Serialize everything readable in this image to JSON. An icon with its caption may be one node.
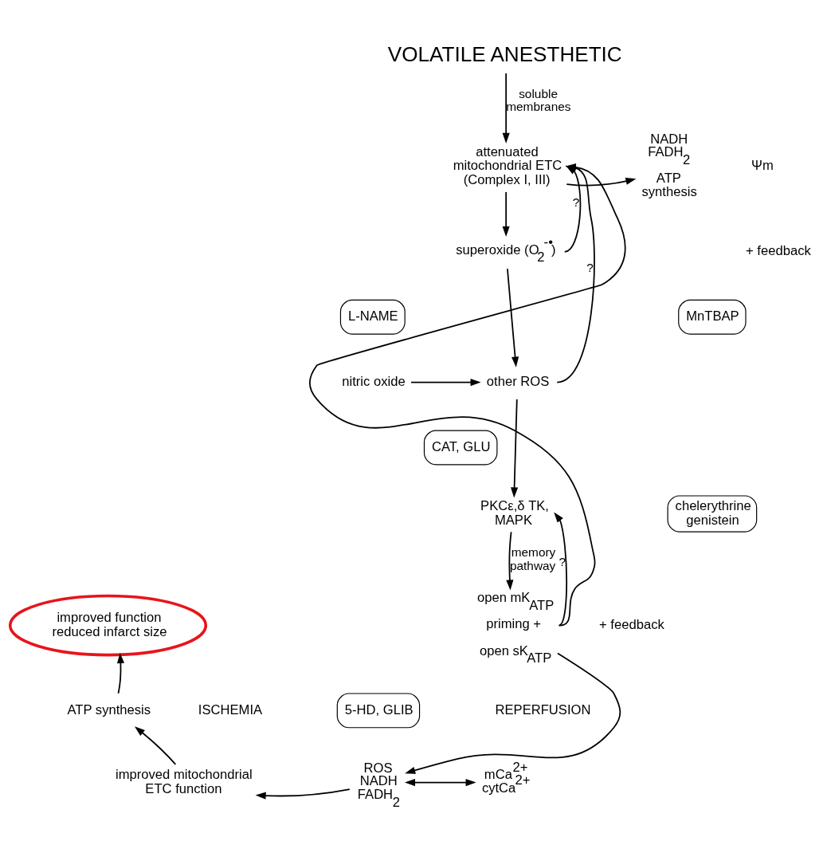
{
  "diagram": {
    "nodes": [
      {
        "text": [
          "VOLATILE ANESTHETIC"
        ]
      },
      {
        "text": [
          "attenuated mitochondrial ETC (Complex I, III)"
        ]
      },
      {
        "text": [
          "NADH FADH$_{2}$",
          "ATP synthesis"
        ]
      },
      {
        "text": [
          "superoxide (O$_{2}$$^{-•}$)"
        ]
      },
      {
        "text": [
          "MnTBAP"
        ]
      },
      {
        "text": [
          "L-NAME"
        ]
      },
      {
        "text": [
          "nitric oxide"
        ]
      },
      {
        "text": [
          "other ROS"
        ]
      },
      {
        "text": [
          "CAT, GLU"
        ]
      },
      {
        "text": [
          "PKCε,δ TK, MAPK"
        ]
      },
      {
        "text": [
          "chelerythrine genistein"
        ]
      },
      {
        "text": [
          "open mK$_{ATP}$",
          "priming +",
          "open sK$_{ATP}$"
        ]
      },
      {
        "text": [
          "5-HD, GLIB"
        ]
      },
      {
        "text": [
          "improved function reduced infarct size"
        ]
      },
      {
        "text": [
          "ATP synthesis"
        ]
      },
      {
        "text": [
          "improved mitochondrial ETC function"
        ]
      },
      {
        "text": [
          "ROS NADH FADH$_{2}$"
        ]
      },
      {
        "text": [
          "mCa$^{2+}$ cytCa$^{2+}$"
        ]
      }
    ],
    "edges": [
      {
        "from": 0,
        "to": 1,
        "arrow": "to",
        "label": "soluble membranes"
      },
      {
        "from": 1,
        "to": 2,
        "arrow": "to"
      },
      {
        "from": 1,
        "to": 3,
        "arrow": "to"
      },
      {
        "from": 3,
        "to": 7,
        "arrow": "to"
      },
      {
        "from": 6,
        "to": 7,
        "arrow": "to"
      },
      {
        "from": 7,
        "to": 9,
        "arrow": "to"
      },
      {
        "from": 9,
        "to": 11,
        "arrow": "to",
        "label": "memory pathway"
      },
      {
        "from": 3,
        "to": 1,
        "arrow": "to",
        "label": "?"
      },
      {
        "from": 7,
        "to": 1,
        "arrow": "to",
        "label": "?"
      },
      {
        "from": 11,
        "to": 9,
        "arrow": "to",
        "label": "?"
      },
      {
        "from": 11,
        "to": 1,
        "arrow": "to"
      },
      {
        "from": 11,
        "to": 16,
        "arrow": "to"
      },
      {
        "from": 16,
        "to": 15,
        "arrow": "to"
      },
      {
        "from": 16,
        "to": 17,
        "arrow": "both"
      },
      {
        "from": 15,
        "to": 14,
        "arrow": "to"
      },
      {
        "from": 14,
        "to": 13,
        "arrow": "to"
      }
    ],
    "labels": [
      "Ψm",
      "+ feedback",
      "+ feedback",
      "ISCHEMIA",
      "REPERFUSION"
    ]
  }
}
